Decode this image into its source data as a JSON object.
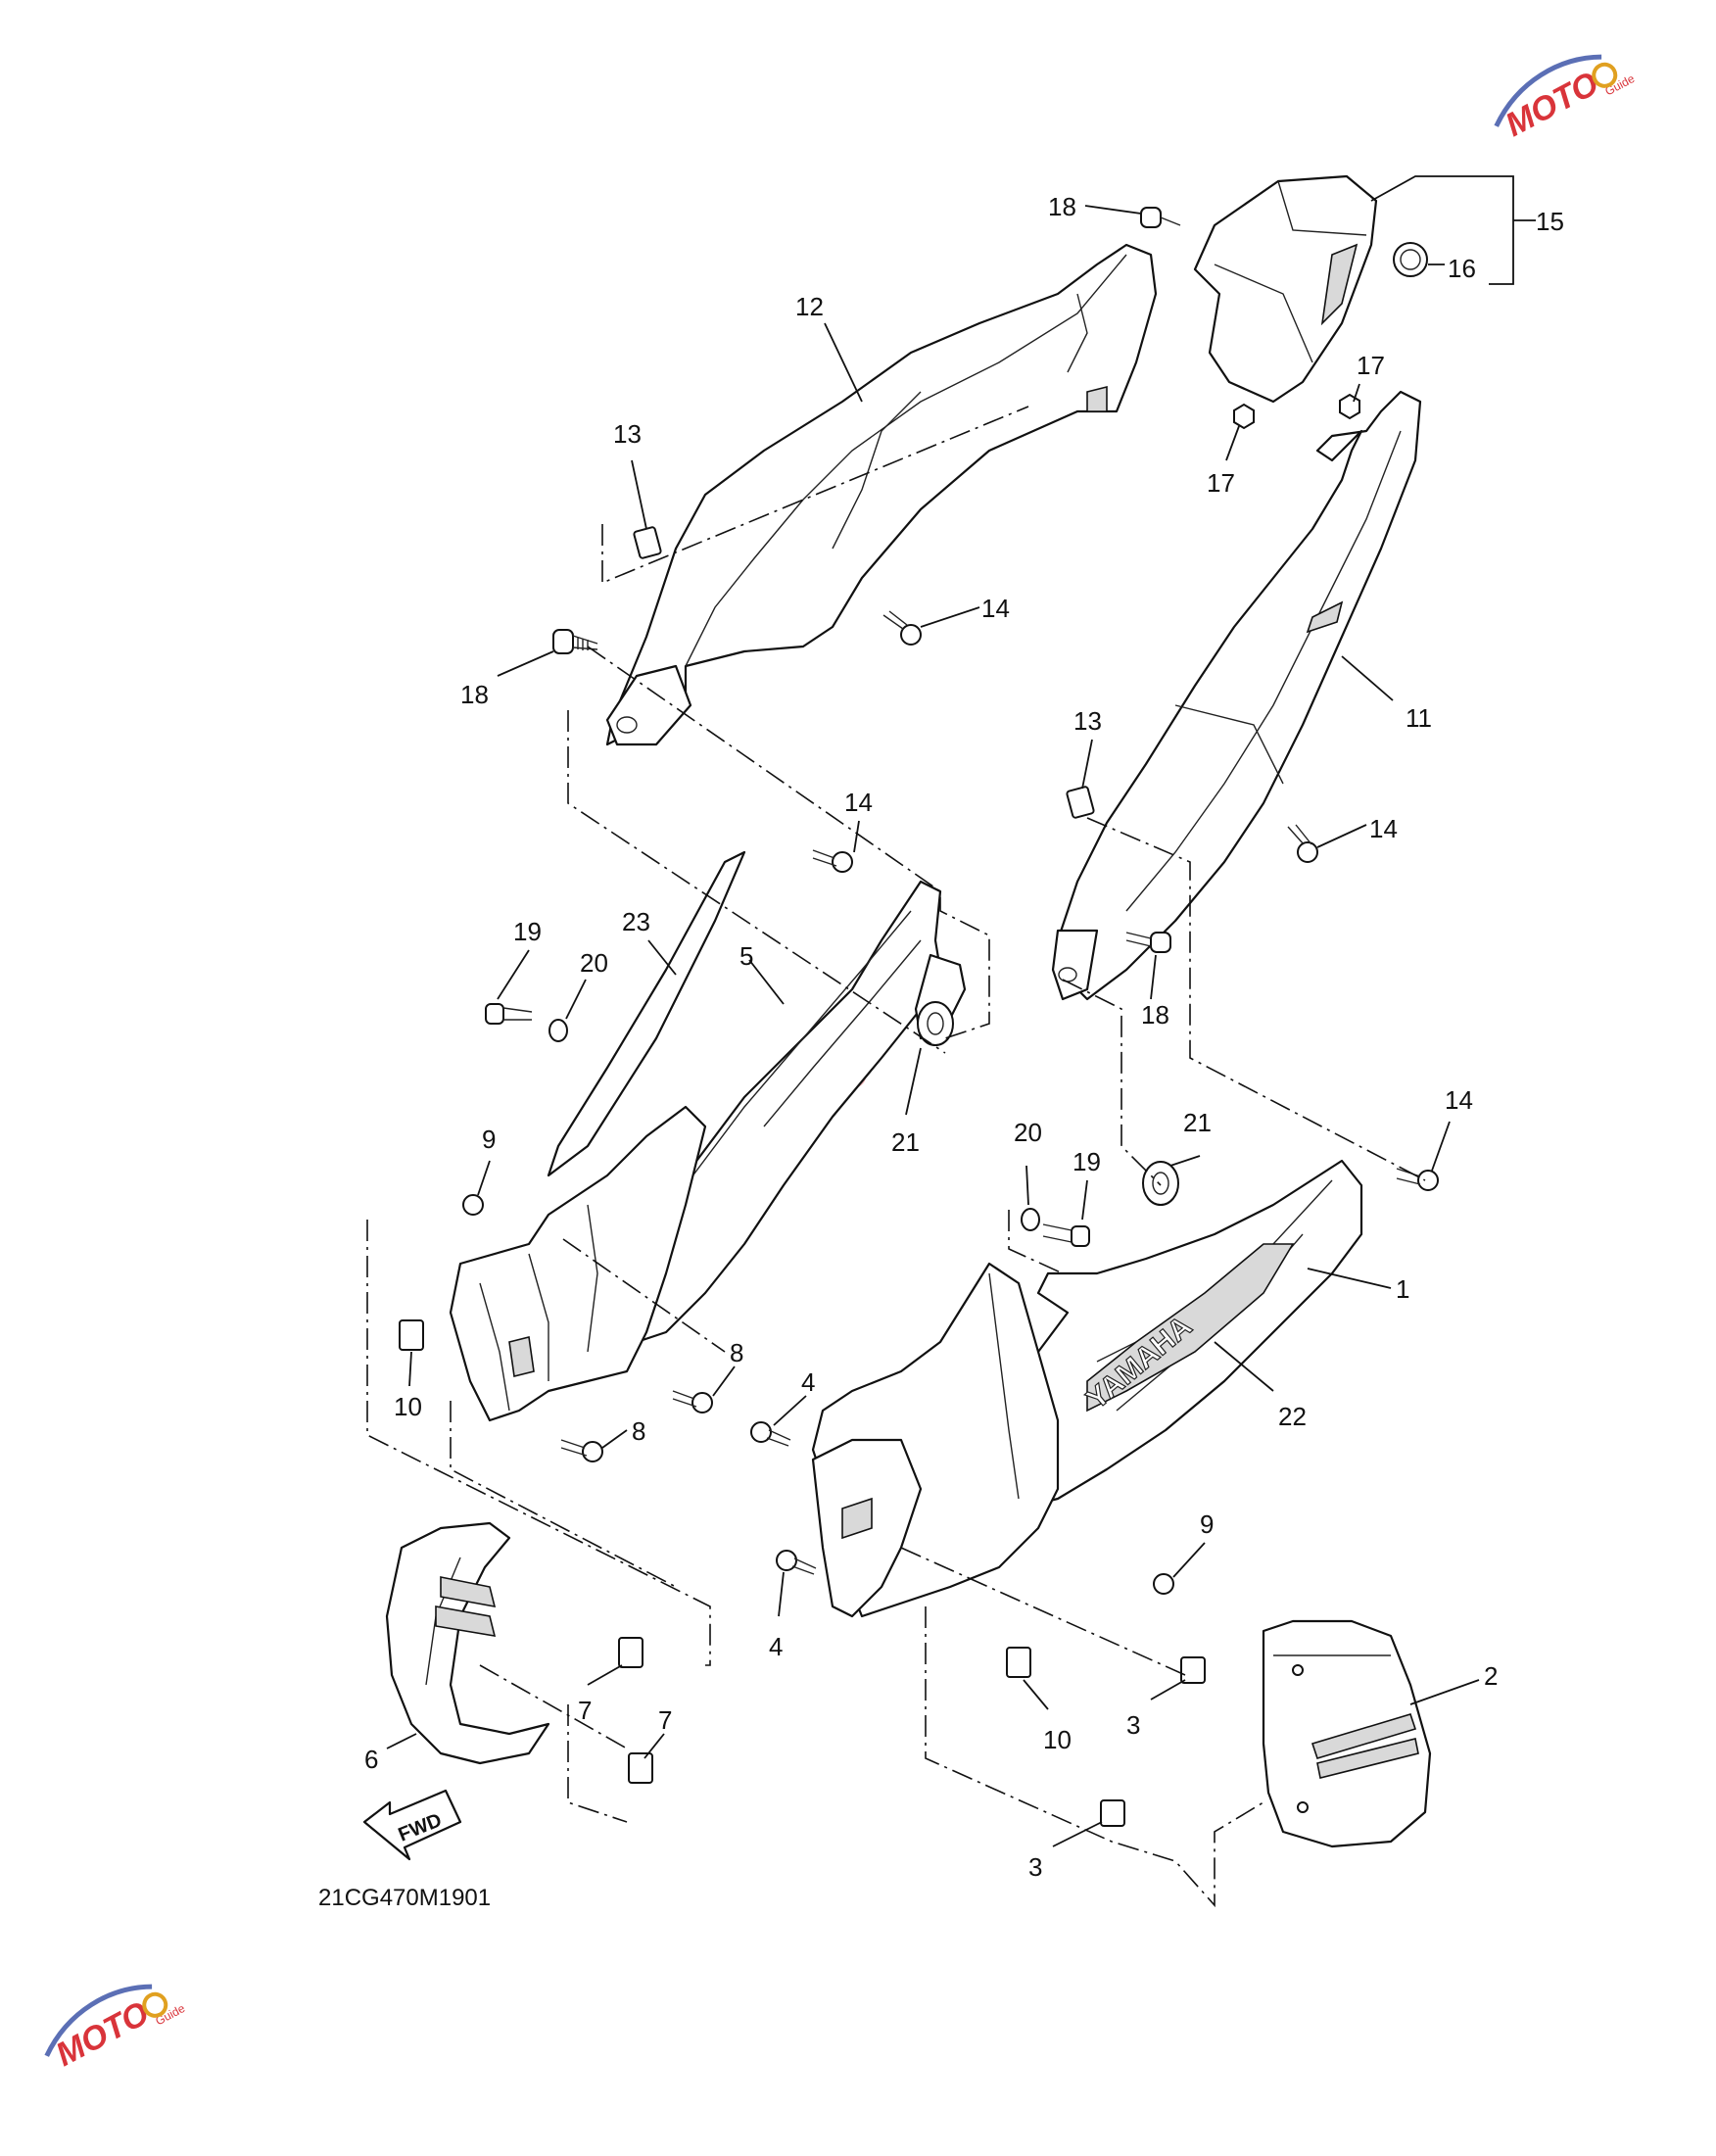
{
  "diagram": {
    "drawing_code": "21CG470M1901",
    "fwd_label": "FWD",
    "emblem_text": "YAMAHA",
    "watermark_text": "MOTO",
    "watermark_subtext": "Guide",
    "colors": {
      "line": "#111111",
      "background": "#ffffff",
      "watermark_red": "#d9343a",
      "watermark_blue": "#5b6fb5"
    },
    "callouts": [
      {
        "id": "c1",
        "text": "1"
      },
      {
        "id": "c2",
        "text": "2"
      },
      {
        "id": "c3a",
        "text": "3"
      },
      {
        "id": "c3b",
        "text": "3"
      },
      {
        "id": "c4a",
        "text": "4"
      },
      {
        "id": "c4b",
        "text": "4"
      },
      {
        "id": "c5",
        "text": "5"
      },
      {
        "id": "c6",
        "text": "6"
      },
      {
        "id": "c7a",
        "text": "7"
      },
      {
        "id": "c7b",
        "text": "7"
      },
      {
        "id": "c8a",
        "text": "8"
      },
      {
        "id": "c8b",
        "text": "8"
      },
      {
        "id": "c9a",
        "text": "9"
      },
      {
        "id": "c9b",
        "text": "9"
      },
      {
        "id": "c10a",
        "text": "10"
      },
      {
        "id": "c10b",
        "text": "10"
      },
      {
        "id": "c11",
        "text": "11"
      },
      {
        "id": "c12",
        "text": "12"
      },
      {
        "id": "c13a",
        "text": "13"
      },
      {
        "id": "c13b",
        "text": "13"
      },
      {
        "id": "c14a",
        "text": "14"
      },
      {
        "id": "c14b",
        "text": "14"
      },
      {
        "id": "c14c",
        "text": "14"
      },
      {
        "id": "c14d",
        "text": "14"
      },
      {
        "id": "c15",
        "text": "15"
      },
      {
        "id": "c16",
        "text": "16"
      },
      {
        "id": "c17a",
        "text": "17"
      },
      {
        "id": "c17b",
        "text": "17"
      },
      {
        "id": "c18a",
        "text": "18"
      },
      {
        "id": "c18b",
        "text": "18"
      },
      {
        "id": "c18c",
        "text": "18"
      },
      {
        "id": "c19a",
        "text": "19"
      },
      {
        "id": "c19b",
        "text": "19"
      },
      {
        "id": "c20a",
        "text": "20"
      },
      {
        "id": "c20b",
        "text": "20"
      },
      {
        "id": "c21a",
        "text": "21"
      },
      {
        "id": "c21b",
        "text": "21"
      },
      {
        "id": "c22",
        "text": "22"
      },
      {
        "id": "c23",
        "text": "23"
      }
    ]
  }
}
